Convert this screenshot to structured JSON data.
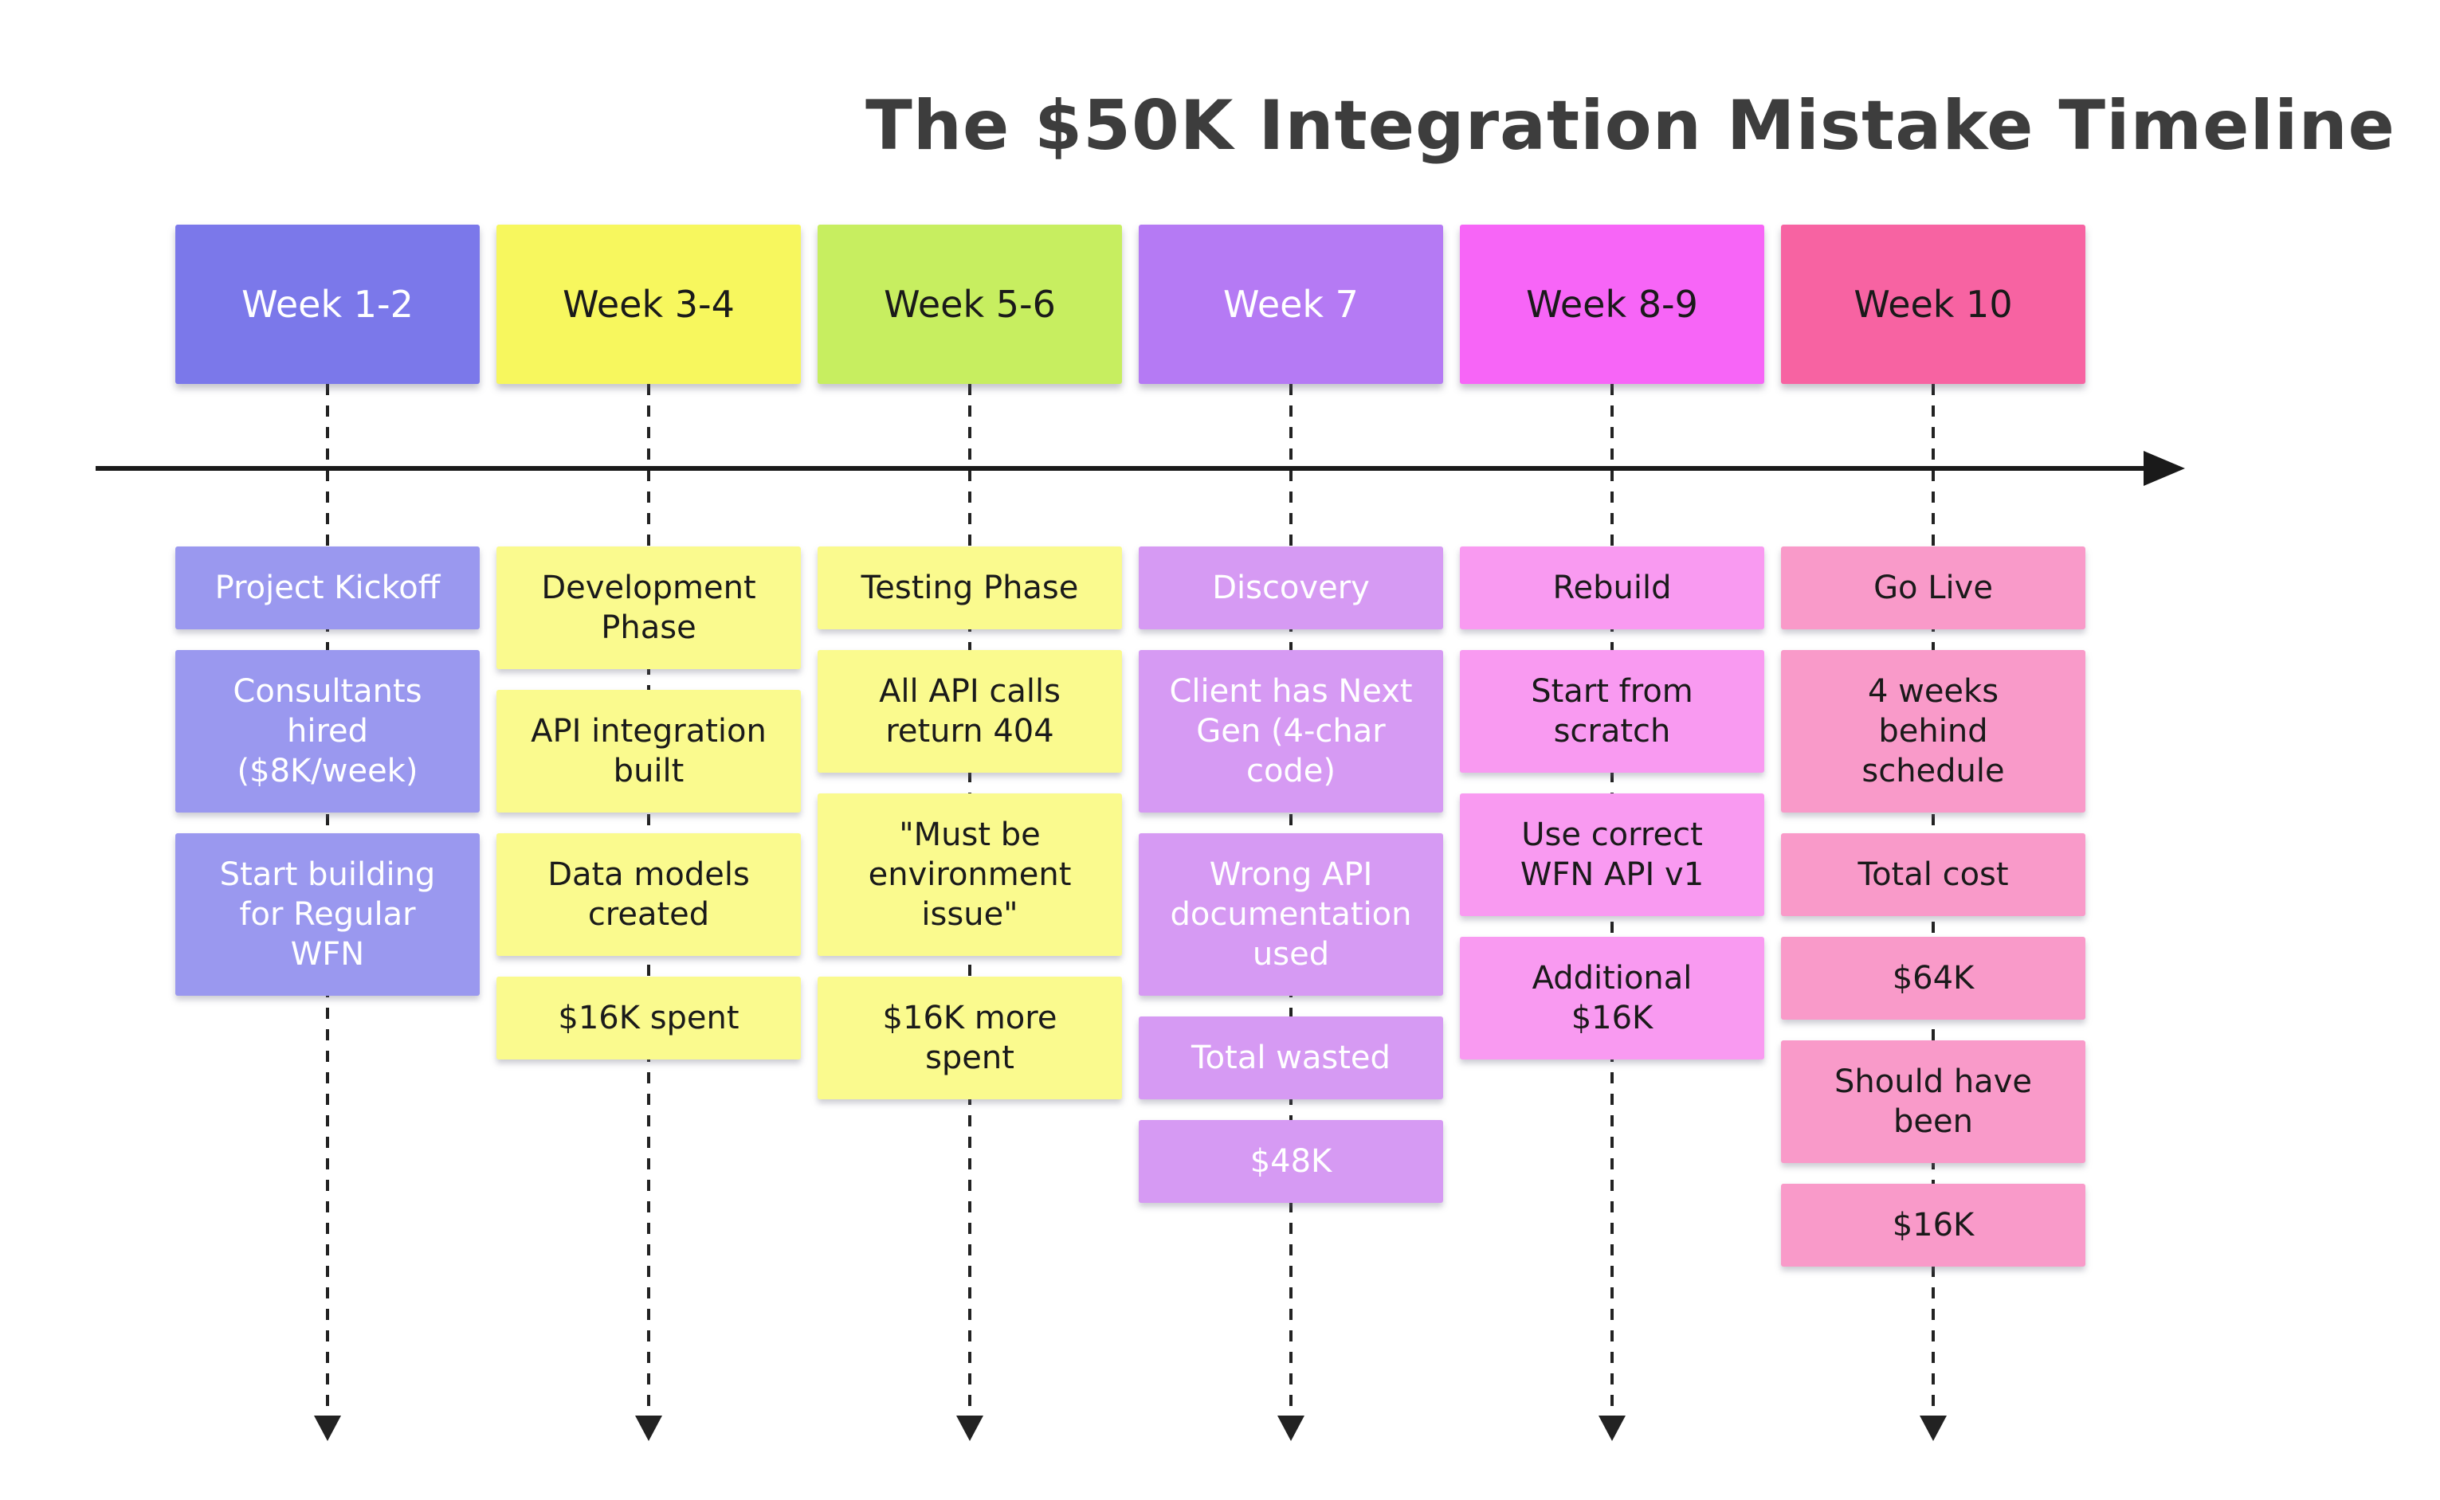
{
  "title": "The $50K Integration Mistake Timeline",
  "columns": [
    {
      "header": "Week 1-2",
      "header_color": "#7b78ea",
      "header_text_color": "#ffffff",
      "card_color": "#9a98ef",
      "card_text_color": "#ffffff",
      "cards": [
        "Project Kickoff",
        "Consultants hired ($8K/week)",
        "Start building for Regular WFN"
      ]
    },
    {
      "header": "Week 3-4",
      "header_color": "#f7f75e",
      "header_text_color": "#1a1a1a",
      "card_color": "#fafa8e",
      "card_text_color": "#1a1a1a",
      "cards": [
        "Development Phase",
        "API integration built",
        "Data models created",
        "$16K spent"
      ]
    },
    {
      "header": "Week 5-6",
      "header_color": "#c7ee60",
      "header_text_color": "#1a1a1a",
      "card_color": "#fafa8e",
      "card_text_color": "#1a1a1a",
      "cards": [
        "Testing Phase",
        "All API calls return 404",
        "\"Must be environment issue\"",
        "$16K more spent"
      ]
    },
    {
      "header": "Week 7",
      "header_color": "#b57af4",
      "header_text_color": "#ffffff",
      "card_color": "#d69af3",
      "card_text_color": "#ffffff",
      "cards": [
        "Discovery",
        "Client has Next Gen (4-char code)",
        "Wrong API documentation used",
        "Total wasted",
        "$48K"
      ]
    },
    {
      "header": "Week 8-9",
      "header_color": "#f765f7",
      "header_text_color": "#1a1a1a",
      "card_color": "#f99af1",
      "card_text_color": "#1a1a1a",
      "cards": [
        "Rebuild",
        "Start from scratch",
        "Use correct WFN API v1",
        "Additional $16K"
      ]
    },
    {
      "header": "Week 10",
      "header_color": "#f763a2",
      "header_text_color": "#1a1a1a",
      "card_color": "#f99ac9",
      "card_text_color": "#1a1a1a",
      "cards": [
        "Go Live",
        "4 weeks behind schedule",
        "Total cost",
        "$64K",
        "Should have been",
        "$16K"
      ]
    }
  ]
}
